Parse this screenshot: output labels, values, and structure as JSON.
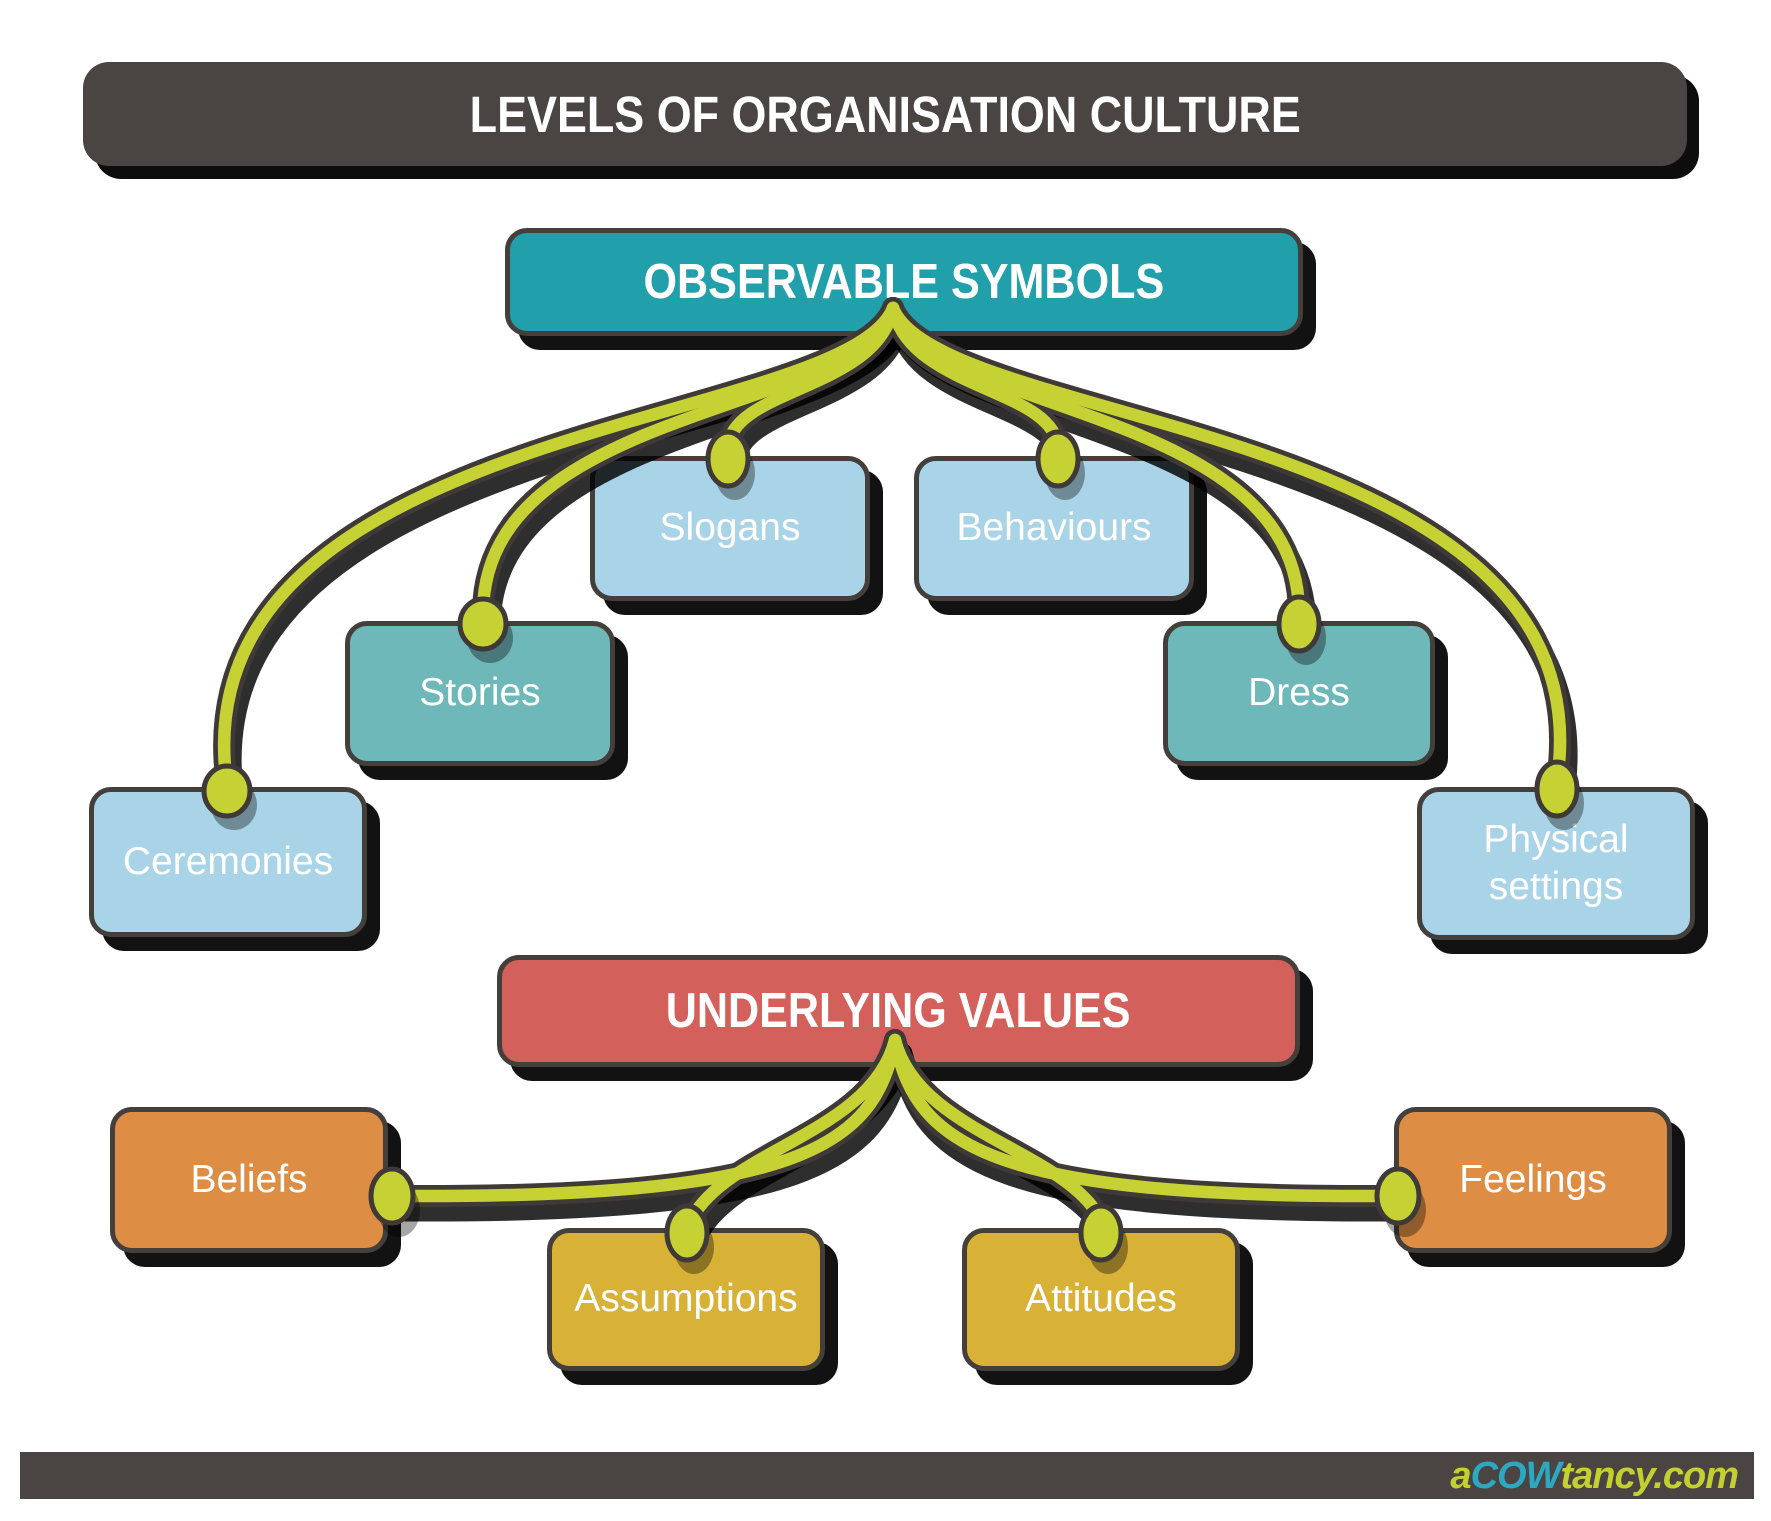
{
  "header": {
    "title": "LEVELS OF ORGANISATION CULTURE"
  },
  "diagram": {
    "observable": {
      "label": "OBSERVABLE SYMBOLS",
      "children": [
        {
          "label": "Slogans"
        },
        {
          "label": "Behaviours"
        },
        {
          "label": "Stories"
        },
        {
          "label": "Dress"
        },
        {
          "label": "Ceremonies"
        },
        {
          "label": "Physical settings"
        }
      ]
    },
    "underlying": {
      "label": "UNDERLYING VALUES",
      "children": [
        {
          "label": "Beliefs"
        },
        {
          "label": "Assumptions"
        },
        {
          "label": "Attitudes"
        },
        {
          "label": "Feelings"
        }
      ]
    }
  },
  "colors": {
    "bar_dark": "#4a4442",
    "observable_teal": "#21a0ab",
    "underlying_red": "#d4605c",
    "child_light_blue": "#a9d4e7",
    "child_mid_teal": "#6fb8ba",
    "child_orange": "#dd8e44",
    "child_gold": "#d8b137",
    "connector_green": "#c6d233",
    "outline_dark": "#3f3a38",
    "text_white": "#ffffff",
    "brand_teal": "#2ba9c2",
    "brand_green": "#c3d02f"
  },
  "footer": {
    "brand": {
      "part1": "a",
      "part2": "COW",
      "part3": "tancy.com"
    }
  }
}
